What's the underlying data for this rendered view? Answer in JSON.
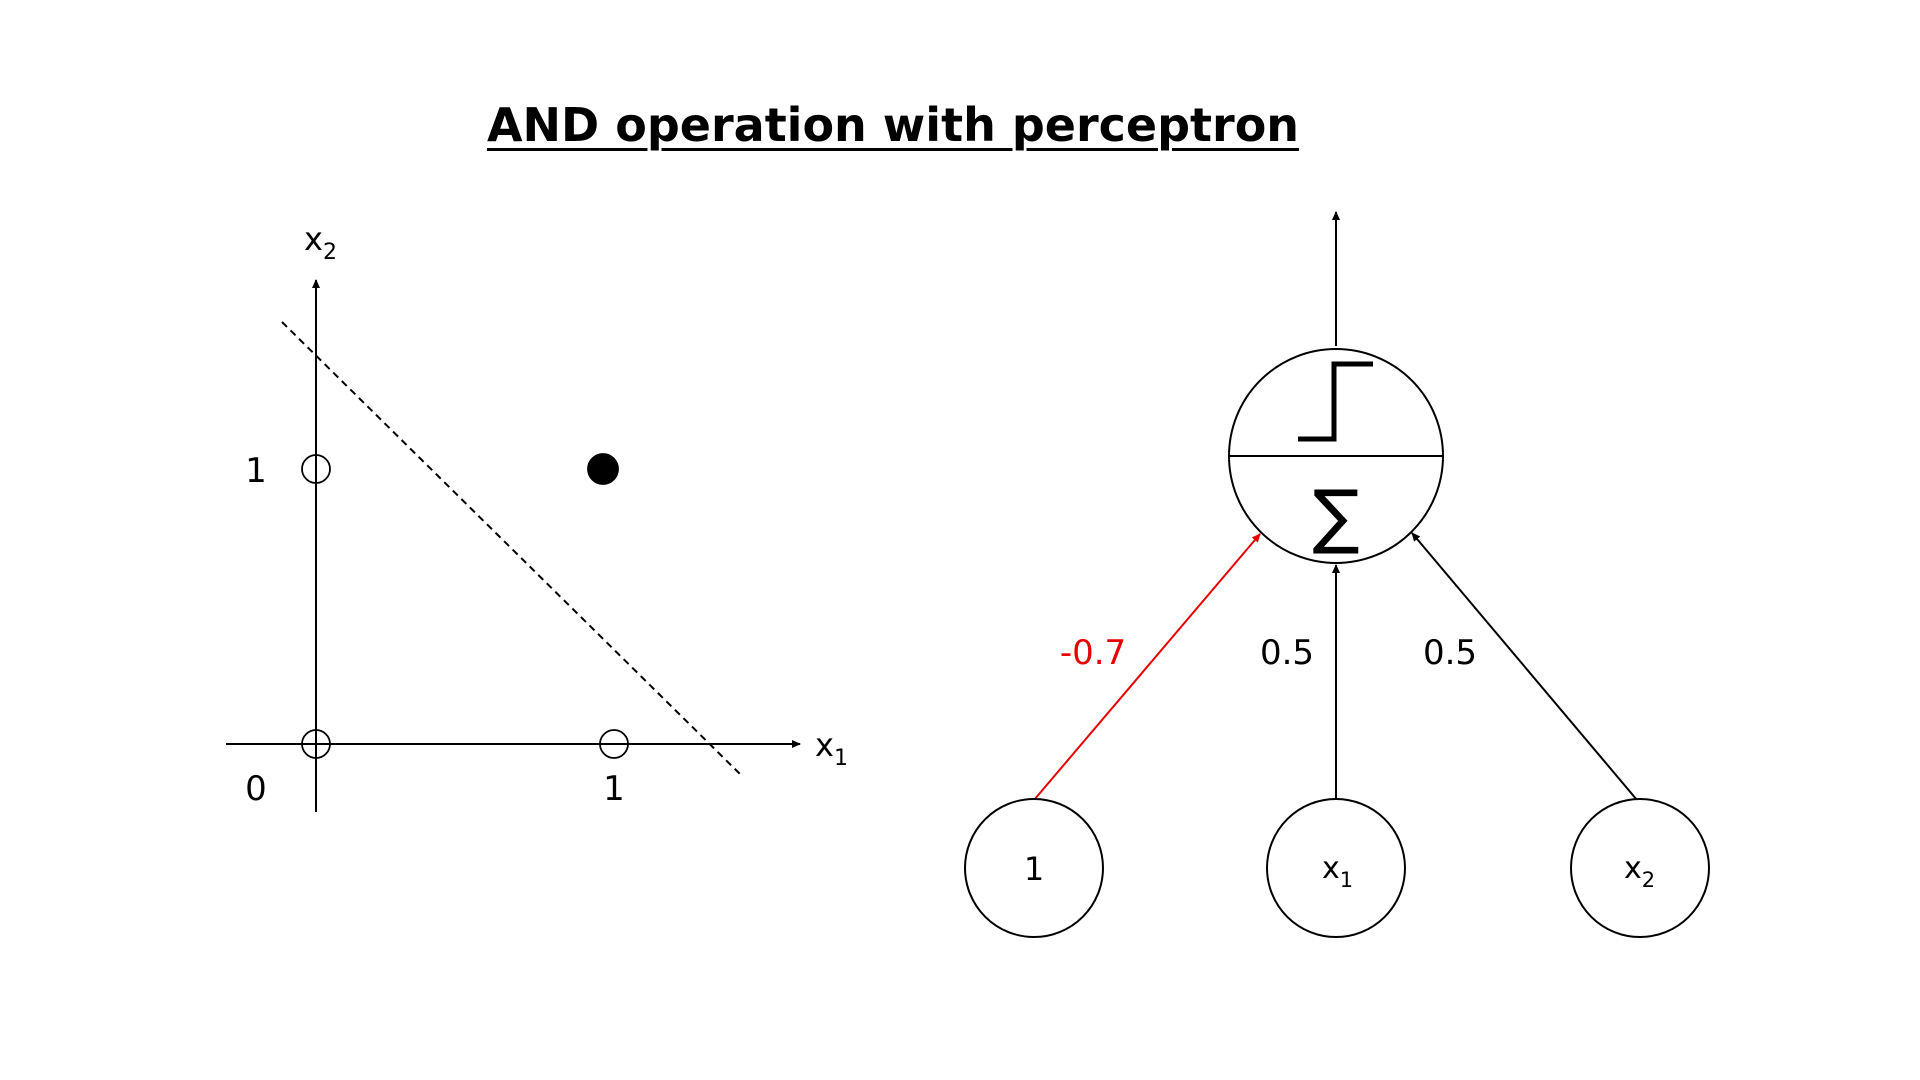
{
  "title": "AND operation with perceptron",
  "plot": {
    "x_axis_label": "x",
    "x_axis_subscript": "1",
    "y_axis_label": "x",
    "y_axis_subscript": "2",
    "tick_x0": "0",
    "tick_x1": "1",
    "tick_y1": "1",
    "points": [
      {
        "x1": 0,
        "x2": 0,
        "filled": false
      },
      {
        "x1": 1,
        "x2": 0,
        "filled": false
      },
      {
        "x1": 0,
        "x2": 1,
        "filled": false
      },
      {
        "x1": 1,
        "x2": 1,
        "filled": true
      }
    ],
    "decision_boundary": "dashed"
  },
  "perceptron": {
    "inputs": [
      {
        "label": "1",
        "subscript": "",
        "weight": "-0.7",
        "weight_color": "#e60000"
      },
      {
        "label": "x",
        "subscript": "1",
        "weight": "0.5",
        "weight_color": "#000000"
      },
      {
        "label": "x",
        "subscript": "2",
        "weight": "0.5",
        "weight_color": "#000000"
      }
    ],
    "sum_symbol": "∑",
    "activation": "step-function"
  }
}
